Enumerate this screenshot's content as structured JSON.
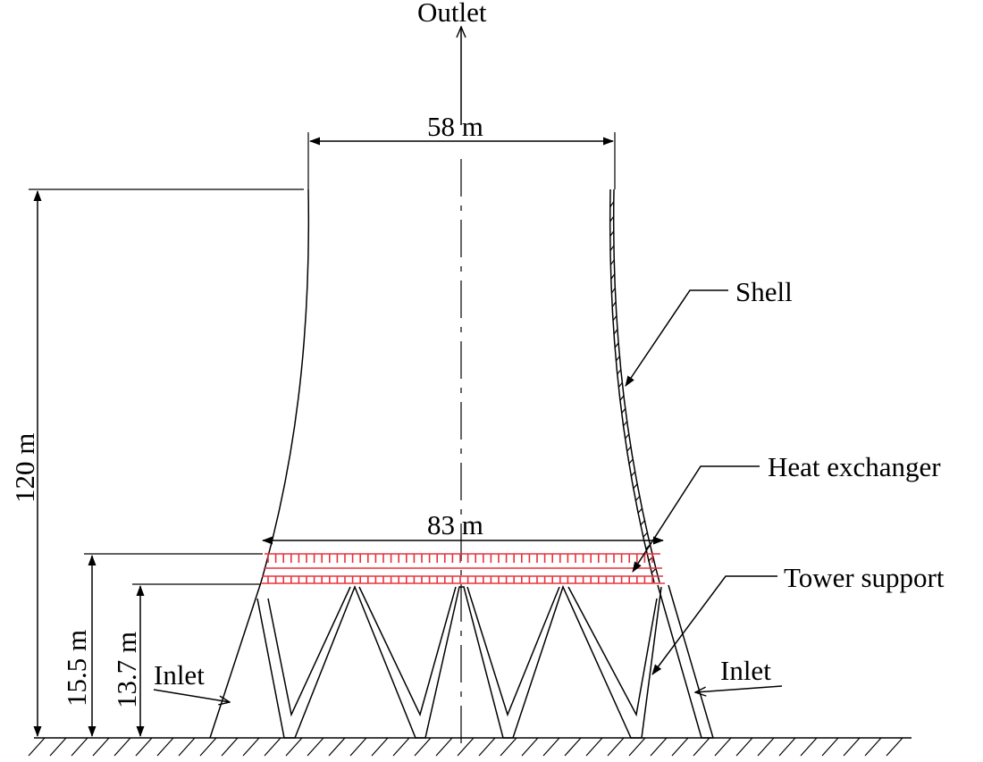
{
  "labels": {
    "outlet": "Outlet",
    "top_width": "58 m",
    "height_total": "120 m",
    "shell": "Shell",
    "heat_exchanger": "Heat exchanger",
    "base_width": "83 m",
    "tower_support": "Tower support",
    "height_he_top": "15.5 m",
    "height_he_bottom": "13.7 m",
    "inlet_left": "Inlet",
    "inlet_right": "Inlet"
  },
  "colors": {
    "line": "#000000",
    "heat_exchanger": "#e8323a",
    "background": "#ffffff"
  }
}
